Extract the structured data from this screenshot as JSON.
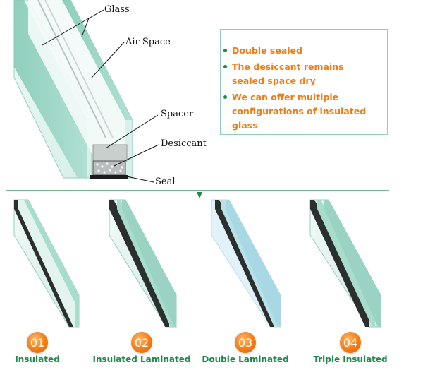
{
  "colors": {
    "accent_orange": "#f07c16",
    "accent_green": "#1d8a4a",
    "glass_green": "#9ad8c8"
  },
  "diagram": {
    "callouts": {
      "glass": "Glass",
      "air_space": "Air Space",
      "spacer": "Spacer",
      "desiccant": "Desiccant",
      "seal": "Seal"
    },
    "features": [
      "Double sealed",
      "The desiccant remains",
      "sealed space dry",
      "We can offer multiple",
      "configurations of insulated glass"
    ]
  },
  "glass_types": [
    {
      "number": "01",
      "label": "Insulated"
    },
    {
      "number": "02",
      "label": "Insulated Laminated"
    },
    {
      "number": "03",
      "label": "Double Laminated"
    },
    {
      "number": "04",
      "label": "Triple Insulated"
    }
  ]
}
